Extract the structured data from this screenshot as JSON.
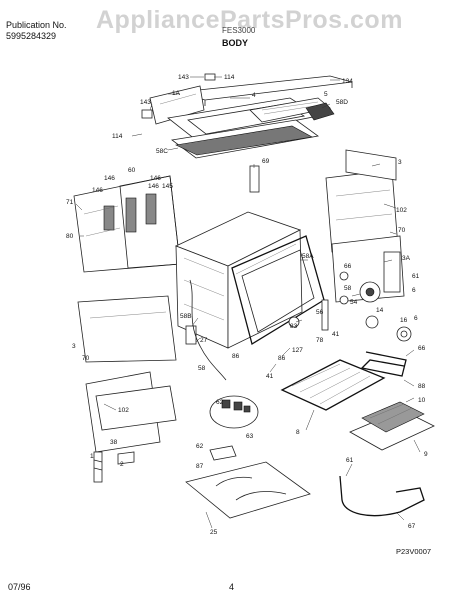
{
  "header": {
    "publication_label": "Publication No.",
    "publication_number": "5995284329",
    "model": "FES3000",
    "section_title": "BODY"
  },
  "watermark": "AppliancePartsPros.com",
  "footer": {
    "date": "07/96",
    "page": "4"
  },
  "diagram_code": "P23V0007",
  "callouts": {
    "c143a": "143",
    "c114a": "114",
    "c134": "134",
    "c1A": "1A",
    "c4": "4",
    "c5": "5",
    "c143b": "143",
    "c58D": "58D",
    "c114b": "114",
    "c58C": "58C",
    "c69": "69",
    "c60": "60",
    "c146a": "146",
    "c146b": "146",
    "c146c": "146",
    "c146d": "146",
    "c145": "145",
    "c3a": "3",
    "c71": "71",
    "c80": "80",
    "c102a": "102",
    "c70a": "70",
    "c3A": "3A",
    "c58A": "58A",
    "c66a": "66",
    "c61": "61",
    "c6": "6",
    "c58": "58",
    "c54": "54",
    "c14": "14",
    "c16": "16",
    "c6b": "6",
    "c56": "56",
    "c78": "78",
    "c41a": "41",
    "c83": "83",
    "c127": "127",
    "c86a": "86",
    "c86b": "86",
    "c41b": "41",
    "c58B": "58B",
    "c27": "27",
    "c58b": "58",
    "c3b": "3",
    "c70b": "70",
    "c66b": "66",
    "c88": "88",
    "c10": "10",
    "c8": "8",
    "c9": "9",
    "c102b": "102",
    "c38": "38",
    "c1": "1",
    "c2": "2",
    "c62a": "62",
    "c63": "63",
    "c62b": "62",
    "c87": "87",
    "c61b": "61",
    "c67": "67",
    "c25": "25"
  }
}
